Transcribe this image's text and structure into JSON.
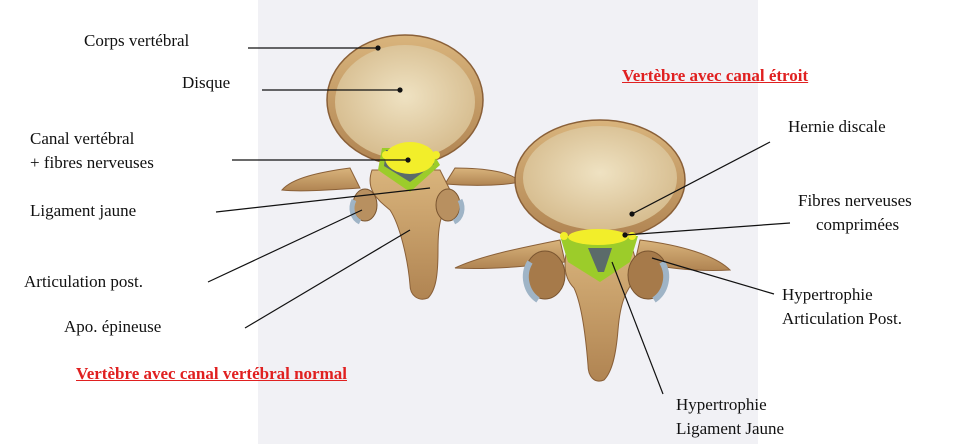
{
  "left_title": "Vertèbre avec canal vertébral normal",
  "right_title": "Vertèbre avec canal étroit",
  "labels": {
    "corps": "Corps vertébral",
    "disque": "Disque",
    "canal_1": "Canal vertébral",
    "canal_2": "+ fibres nerveuses",
    "ligament": "Ligament jaune",
    "articulation": "Articulation post.",
    "apo": "Apo. épineuse",
    "hernie": "Hernie discale",
    "fibres_1": "Fibres nerveuses",
    "fibres_2": "comprimées",
    "hyp_art_1": "Hypertrophie",
    "hyp_art_2": "Articulation Post.",
    "hyp_lig_1": "Hypertrophie",
    "hyp_lig_2": "Ligament Jaune"
  },
  "colors": {
    "title": "#e02020",
    "bone": "#c9a26b",
    "disc": "#e8d6b0",
    "yellow": "#f2ee2a",
    "green": "#9ccc2a",
    "cartilage": "#9fb4c6"
  }
}
